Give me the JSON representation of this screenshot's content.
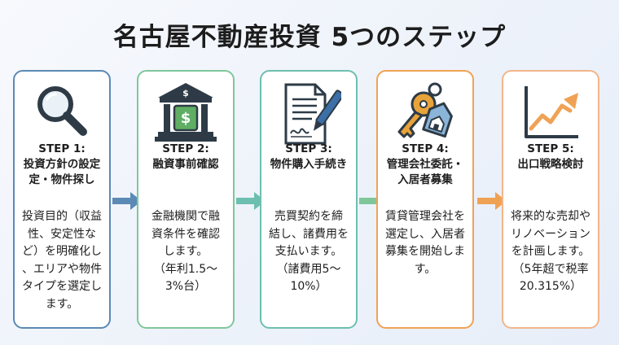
{
  "title": "名古屋不動産投資 5つのステップ",
  "colors": {
    "blue": "#5b8ab5",
    "green": "#7fc79b",
    "teal": "#6dbfb0",
    "orange": "#f0a254",
    "gold": "#e8a33a",
    "step5_border": "#f2b58a"
  },
  "steps": [
    {
      "title": "STEP 1:\n投資方針の設定\n定・物件探し",
      "body": "投資目的（収益\n性、安定性な\nど）を明確化し\n、エリアや物件\nタイプを選定し\nます。",
      "icon": "magnifying-glass-icon"
    },
    {
      "title": "STEP 2:\n融資事前確認",
      "body": "金融機関で融\n資条件を確認\nします。\n（年利1.5〜\n3%台）",
      "icon": "bank-icon"
    },
    {
      "title": "STEP 3:\n物件購入手続き",
      "body": "売買契約を締\n結し、諸費用を\n支払います。\n（諸費用5〜\n10%）",
      "icon": "contract-pen-icon"
    },
    {
      "title": "STEP 4:\n管理会社委託・\n入居者募集",
      "body": "賃貸管理会社を\n選定し、入居者\n募集を開始しま\nす。",
      "icon": "house-keys-icon"
    },
    {
      "title": "STEP 5:\n出口戦略検討",
      "body": "将来的な売却や\nリノベーション\nを計画します。\n（5年超で税率\n20.315%）",
      "icon": "growth-chart-icon"
    }
  ]
}
